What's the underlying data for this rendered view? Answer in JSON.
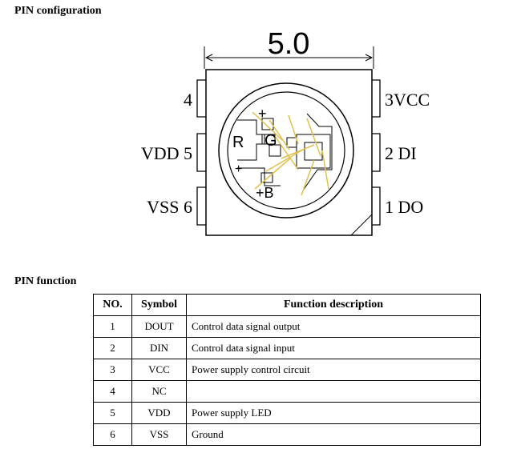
{
  "sections": {
    "config_title": "PIN  configuration",
    "function_title": "PIN function"
  },
  "diagram": {
    "dimension": "5.0",
    "pins": {
      "left_top": "4",
      "left_mid": "VDD 5",
      "left_bottom": "VSS 6",
      "right_top": "3VCC",
      "right_mid": "2 DI",
      "right_bottom": "1 DO"
    },
    "die_labels": {
      "r": "R",
      "g": "G",
      "b": "+B",
      "plus_top": "+",
      "plus_left": "+"
    }
  },
  "table": {
    "headers": [
      "NO.",
      "Symbol",
      "Function description"
    ],
    "rows": [
      {
        "no": "1",
        "symbol": "DOUT",
        "desc": "Control data signal output"
      },
      {
        "no": "2",
        "symbol": "DIN",
        "desc": "Control data signal input"
      },
      {
        "no": "3",
        "symbol": "VCC",
        "desc": "Power supply control circuit"
      },
      {
        "no": "4",
        "symbol": "NC",
        "desc": ""
      },
      {
        "no": "5",
        "symbol": "VDD",
        "desc": "Power supply LED"
      },
      {
        "no": "6",
        "symbol": "VSS",
        "desc": "Ground"
      }
    ]
  }
}
